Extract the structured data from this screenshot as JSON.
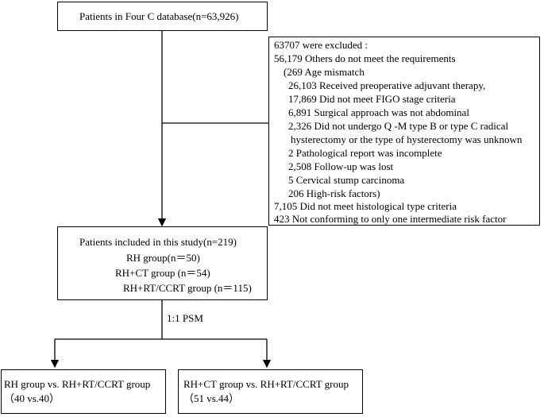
{
  "top_box": {
    "text": "Patients in Four C database(n=63,926)"
  },
  "exclusion_box": {
    "lines": [
      "63707 were excluded :",
      "56,179 Others do not meet the requirements",
      "(269 Age mismatch",
      "26,103 Received preoperative adjuvant therapy,",
      "17,869 Did not meet FIGO stage criteria",
      "6,891 Surgical approach was not abdominal",
      "2,326 Did not undergo Q -M type B or type C radical",
      "hysterectomy or the type of hysterectomy was unknown",
      "2 Pathological report was incomplete",
      "2,508 Follow-up was lost",
      "5 Cervical stump carcinoma",
      "206 High-risk factors)",
      "7,105 Did not meet histological type criteria",
      "423 Not conforming to only one intermediate risk factor"
    ]
  },
  "included_box": {
    "title": "Patients included in this study(n=219)",
    "rh": "RH group(n＝50)",
    "rh_ct": "RH+CT group (n＝54)",
    "rh_rt": "RH+RT/CCRT group (n＝115)"
  },
  "psm_label": "1:1 PSM",
  "left_box": {
    "line1": "RH group vs. RH+RT/CCRT group",
    "line2": "（40 vs.40）"
  },
  "right_box": {
    "line1": "RH+CT group vs. RH+RT/CCRT group",
    "line2": "（51 vs.44）"
  }
}
